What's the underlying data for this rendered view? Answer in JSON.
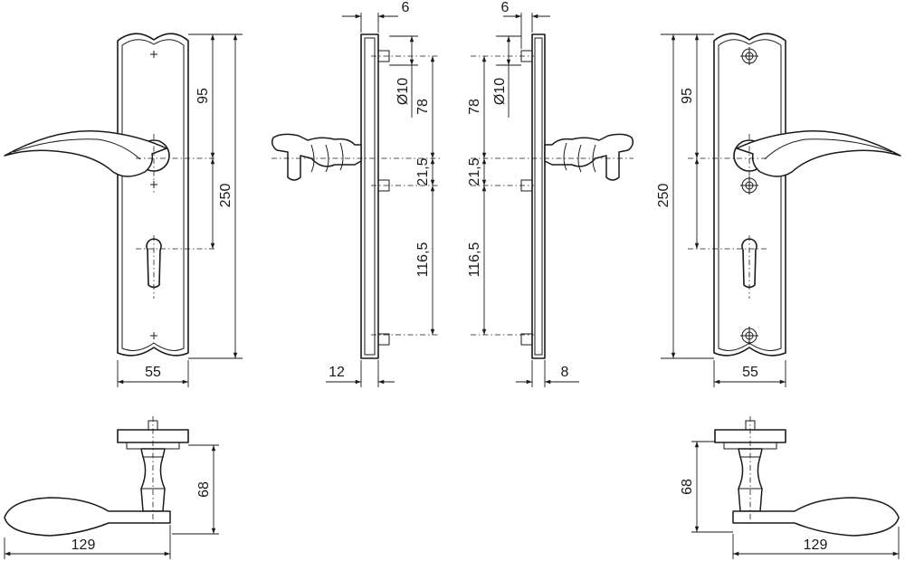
{
  "dimensions": {
    "front_left": {
      "width": "55",
      "hole_spacing": "95",
      "height": "250"
    },
    "side_left": {
      "stem": "6",
      "bore": "Ø10",
      "upper": "78",
      "middle": "21,5",
      "lower": "116,5",
      "thickness": "12"
    },
    "side_right": {
      "stem": "6",
      "bore": "Ø10",
      "upper": "78",
      "middle": "21,5",
      "lower": "116,5",
      "thickness": "8"
    },
    "front_right": {
      "width": "55",
      "hole_spacing": "95",
      "height": "250"
    },
    "top_left": {
      "projection": "68",
      "length": "129"
    },
    "top_right": {
      "projection": "68",
      "length": "129"
    }
  }
}
